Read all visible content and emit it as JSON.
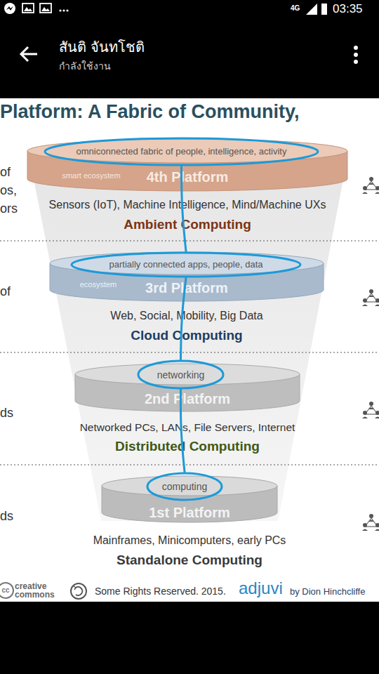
{
  "diagram": {
    "title": "Platform: A Fabric of Community,",
    "nodes": [
      {
        "text": [
          "smart ecosystem",
          "4th Platform",
          "Sensors (IoT), Machine Intelligence, Mind/Machine UXs",
          "Ambient Computing"
        ]
      },
      {
        "text": [
          "omniconnected fabric of people, intelligence, activity"
        ],
        "in": 0
      },
      {
        "text": [
          "ecosystem",
          "3rd Platform",
          "Web, Social, Mobility, Big Data",
          "Cloud Computing"
        ]
      },
      {
        "text": [
          "partially connected apps, people, data"
        ],
        "in": 2
      },
      {
        "text": [
          "2nd Platform",
          "Networked PCs, LANs, File Servers, Internet",
          "Distributed Computing"
        ]
      },
      {
        "text": [
          "networking"
        ],
        "in": 4
      },
      {
        "text": [
          "1st Platform",
          "Mainframes, Minicomputers, early PCs",
          "Standalone Computing"
        ]
      },
      {
        "text": [
          "computing"
        ],
        "in": 6
      }
    ],
    "edges": [
      {
        "from": 1,
        "to": 3,
        "arrow": "none"
      },
      {
        "from": 3,
        "to": 5,
        "arrow": "none"
      },
      {
        "from": 5,
        "to": 7,
        "arrow": "none"
      }
    ],
    "labels": [
      "03:35",
      "4G",
      "สันติ จันทโชติ",
      "กำลังใช้งาน",
      "of",
      "os,",
      "ors",
      "of",
      "ds",
      "ds",
      "cc",
      "creative commons",
      "Some Rights Reserved. 2015.",
      "adjuvi",
      "by Dion Hinchcliffe"
    ]
  }
}
